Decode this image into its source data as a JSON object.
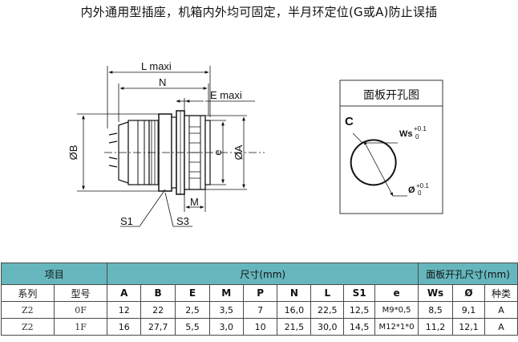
{
  "heading": "内外通用型插座，机箱内外均可固定，半月环定位(G或A)防止误插",
  "drawing": {
    "labels": {
      "L": "L maxi",
      "N": "N",
      "E": "E maxi",
      "B": "ØB",
      "e": "e",
      "A": "ØA",
      "M": "M",
      "S1": "S1",
      "S3": "S3"
    }
  },
  "panel_cutout": {
    "title": "面板开孔图",
    "letter": "C",
    "ws_label": "Ws",
    "ws_tol_upper": "+0.1",
    "ws_tol_lower": "0",
    "dia_label": "Ø",
    "dia_tol_upper": "+0.1",
    "dia_tol_lower": "0"
  },
  "table": {
    "group_headers": {
      "item": "项目",
      "dims": "尺寸(mm)",
      "panel": "面板开孔尺寸(mm)"
    },
    "columns": [
      "系列",
      "型号",
      "A",
      "B",
      "E",
      "M",
      "P",
      "N",
      "L",
      "S1",
      "e",
      "Ws",
      "Ø",
      "种类"
    ],
    "rows": [
      [
        "Z2",
        "0F",
        "12",
        "22",
        "2,5",
        "3,5",
        "7",
        "16,0",
        "22,5",
        "12,5",
        "M9*0,5",
        "8,5",
        "9,1",
        "A"
      ],
      [
        "Z2",
        "1F",
        "16",
        "27,7",
        "5,5",
        "3,0",
        "10",
        "21,5",
        "30,0",
        "14,5",
        "M12*1*0",
        "11,2",
        "12,1",
        "A"
      ]
    ]
  }
}
